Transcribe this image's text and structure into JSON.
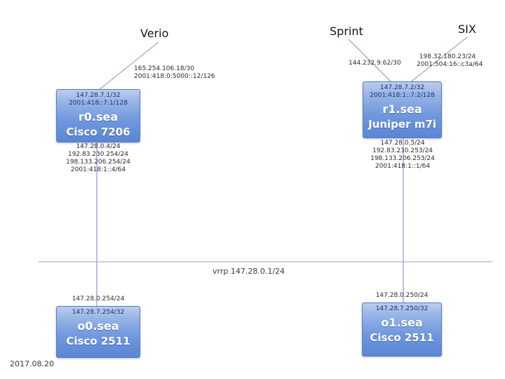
{
  "meta": {
    "date": "2017.08.20"
  },
  "backbone": {
    "label": "vrrp 147.28.0.1/24"
  },
  "uplinks": {
    "verio": {
      "label": "Verio",
      "lines": [
        "165.254.106.18/30",
        "2001:418:0:5000::12/126"
      ]
    },
    "sprint": {
      "label": "Sprint",
      "lines": [
        "144.232.9.62/30"
      ]
    },
    "six": {
      "label": "SIX",
      "lines": [
        "198.32.180.23/24",
        "2001:504:16::c3a/64"
      ]
    }
  },
  "nodes": {
    "r0": {
      "name": "r0.sea",
      "model": "Cisco 7206",
      "loopbacks": [
        "147.28.7.1/32",
        "2001:418::7:1/128"
      ],
      "interfaces": [
        "147.28.0.4/24",
        "192.83.230.254/24",
        "198.133.206.254/24",
        "2001:418:1::4/64"
      ]
    },
    "r1": {
      "name": "r1.sea",
      "model": "Juniper m7i",
      "loopbacks": [
        "147.28.7.2/32",
        "2001:418:1::7:2/128"
      ],
      "interfaces": [
        "147.28.0.5/24",
        "192.83.230.253/24",
        "198.133.206.253/24",
        "2001:418:1::1/64"
      ]
    },
    "o0": {
      "name": "o0.sea",
      "model": "Cisco 2511",
      "above": "147.28.0.254/24",
      "loopbacks": [
        "147.28.7.254/32"
      ]
    },
    "o1": {
      "name": "o1.sea",
      "model": "Cisco 2511",
      "above": "147.28.0.250/24",
      "loopbacks": [
        "147.28.7.250/32"
      ]
    }
  }
}
